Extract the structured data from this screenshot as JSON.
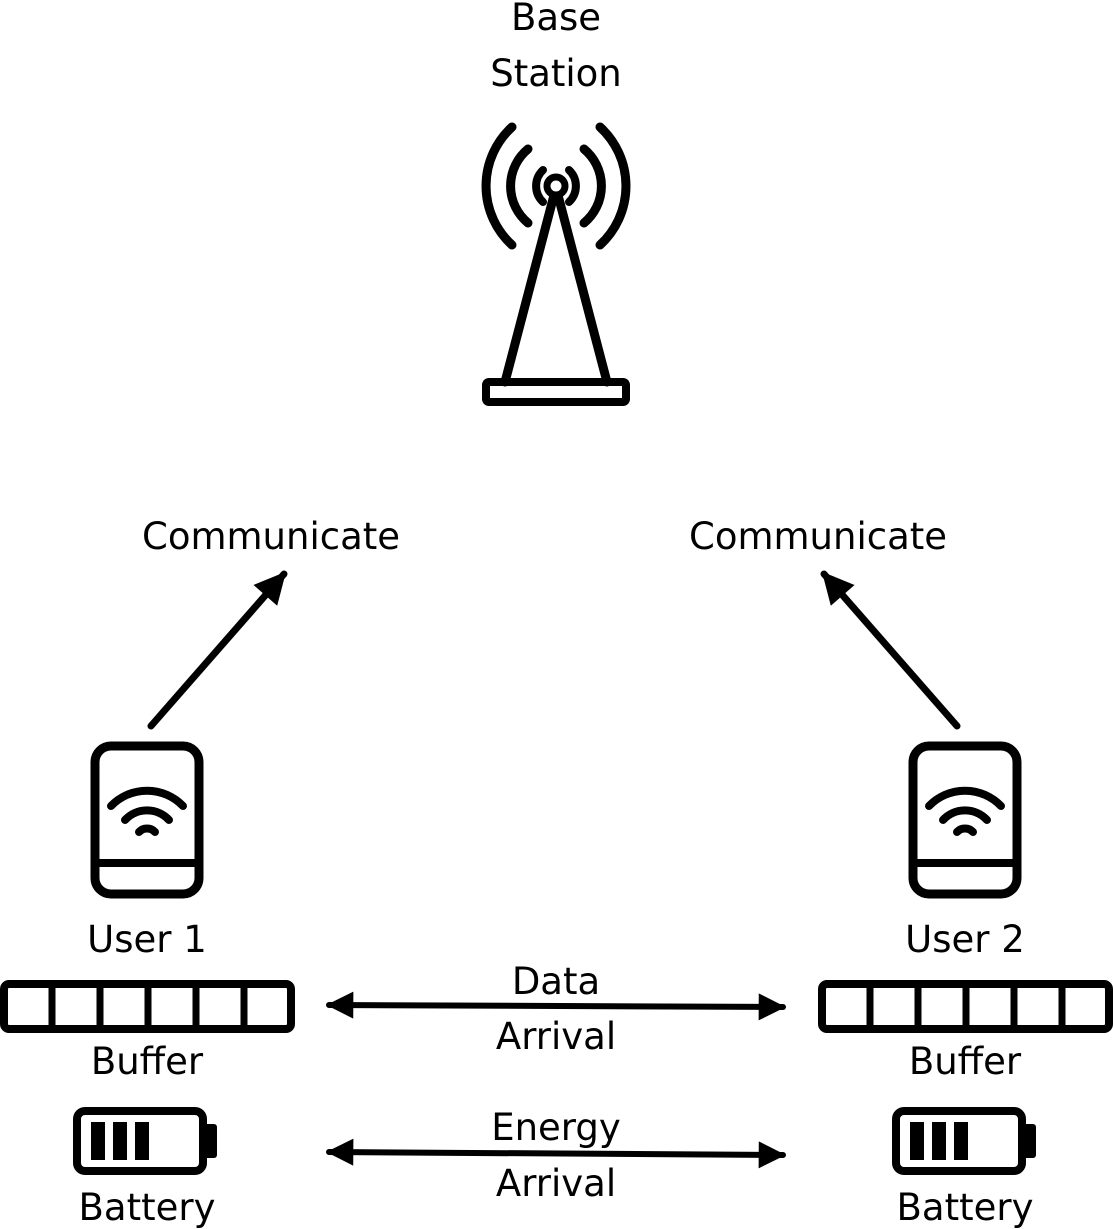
{
  "base_station": {
    "line1": "Base",
    "line2": "Station"
  },
  "users": [
    {
      "name": "User 1",
      "communicate": "Communicate",
      "buffer": "Buffer",
      "battery": "Battery"
    },
    {
      "name": "User 2",
      "communicate": "Communicate",
      "buffer": "Buffer",
      "battery": "Battery"
    }
  ],
  "data_arrival": {
    "line1": "Data",
    "line2": "Arrival"
  },
  "energy_arrival": {
    "line1": "Energy",
    "line2": "Arrival"
  },
  "icons": {
    "base_station": "cell-tower-icon",
    "user_device": "smartphone-wifi-icon",
    "buffer": "queue-buffer-icon",
    "battery": "battery-icon"
  },
  "colors": {
    "ink": "#000000",
    "background": "#ffffff"
  }
}
